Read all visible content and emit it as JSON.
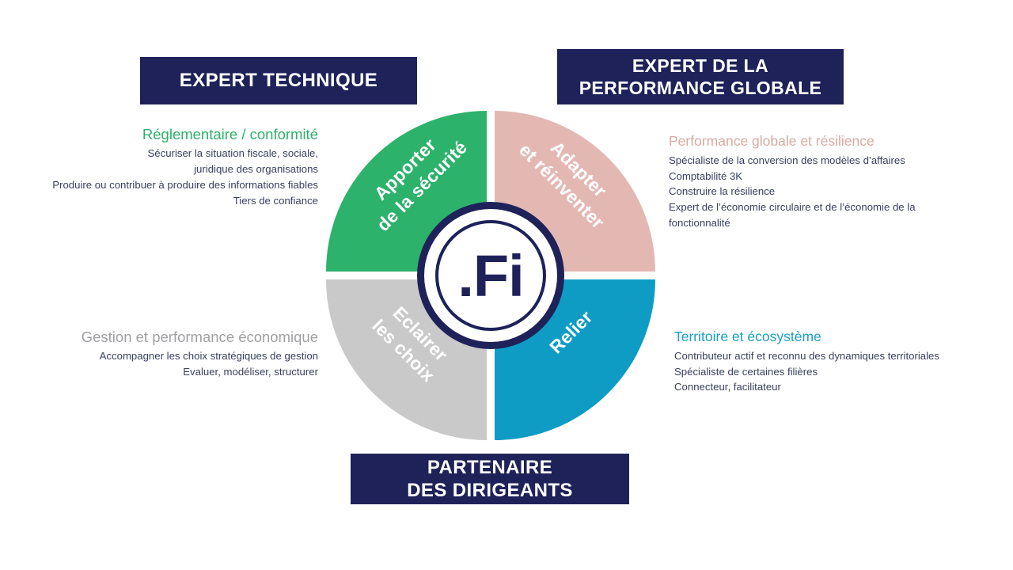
{
  "banners": {
    "top_left": {
      "lines": [
        "EXPERT TECHNIQUE"
      ]
    },
    "top_right": {
      "line1": "EXPERT DE LA",
      "line2": "PERFORMANCE GLOBALE"
    },
    "bottom": {
      "line1": "PARTENAIRE",
      "line2": "DES DIRIGEANTS"
    }
  },
  "logo": {
    "text": ".Fi"
  },
  "wheel": {
    "quadrants": [
      {
        "id": "green",
        "label_line1": "Apporter",
        "label_line2": "de la sécurité",
        "color": "#2cb26b"
      },
      {
        "id": "pink",
        "label_line1": "Adapter",
        "label_line2": "et réinventer",
        "color": "#e3b8b2"
      },
      {
        "id": "gray",
        "label_line1": "Eclairer",
        "label_line2": "les choix",
        "color": "#c9c9c9"
      },
      {
        "id": "blue",
        "label_line1": "Relier",
        "label_line2": "",
        "color": "#0e9cc4"
      }
    ]
  },
  "blocks": {
    "top_left": {
      "heading": "Réglementaire / conformité",
      "items": [
        "Sécuriser la situation fiscale, sociale,",
        "juridique des organisations",
        "Produire ou contribuer à produire des informations fiables",
        "Tiers de confiance"
      ]
    },
    "top_right": {
      "heading": "Performance globale et résilience",
      "items": [
        "Spécialiste de la conversion des modèles d’affaires",
        "Comptabilité 3K",
        "Construire la résilience",
        "Expert de l’économie circulaire et de l’économie de la fonctionnalité"
      ]
    },
    "bottom_left": {
      "heading": "Gestion et performance économique",
      "items": [
        "Accompagner les choix  stratégiques de gestion",
        "Evaluer, modéliser, structurer"
      ]
    },
    "bottom_right": {
      "heading": "Territoire et écosystème",
      "items": [
        "Contributeur actif et reconnu des dynamiques territoriales",
        "Spécialiste de certaines filières",
        "Connecteur, facilitateur"
      ]
    }
  },
  "colors": {
    "navy": "#1e2259",
    "green": "#2cb26b",
    "pink": "#e3b8b2",
    "gray": "#c9c9c9",
    "blue": "#0e9cc4",
    "body_text": "#3a4060"
  }
}
